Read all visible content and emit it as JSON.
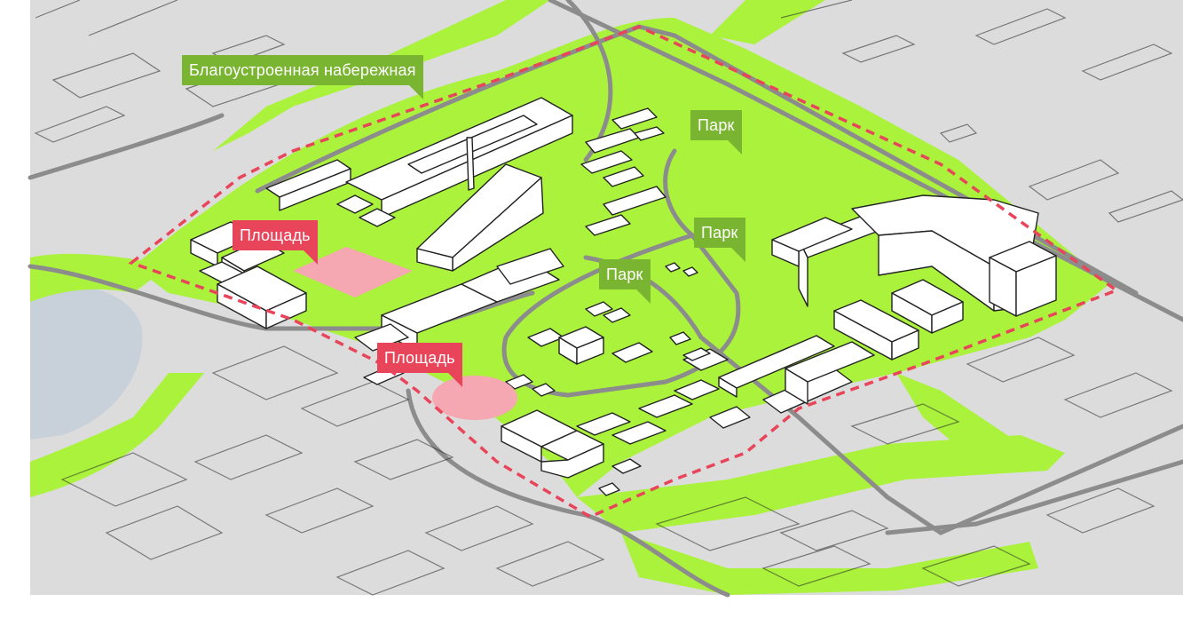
{
  "colors": {
    "ground": "#dcdcdc",
    "green_zone": "#aaf23c",
    "building_fill": "#ffffff",
    "building_stroke": "#222222",
    "road": "#8c8c8c",
    "boundary": "#e8455a",
    "square_fill": "#f5a7b2",
    "park_label": "#7ab532",
    "square_label": "#e8455a",
    "water": "#c8d0da"
  },
  "labels": {
    "embankment": "Благоустроенная набережная",
    "park_1": "Парк",
    "park_2": "Парк",
    "park_3": "Парк",
    "square_1": "Площадь",
    "square_2": "Площадь"
  }
}
